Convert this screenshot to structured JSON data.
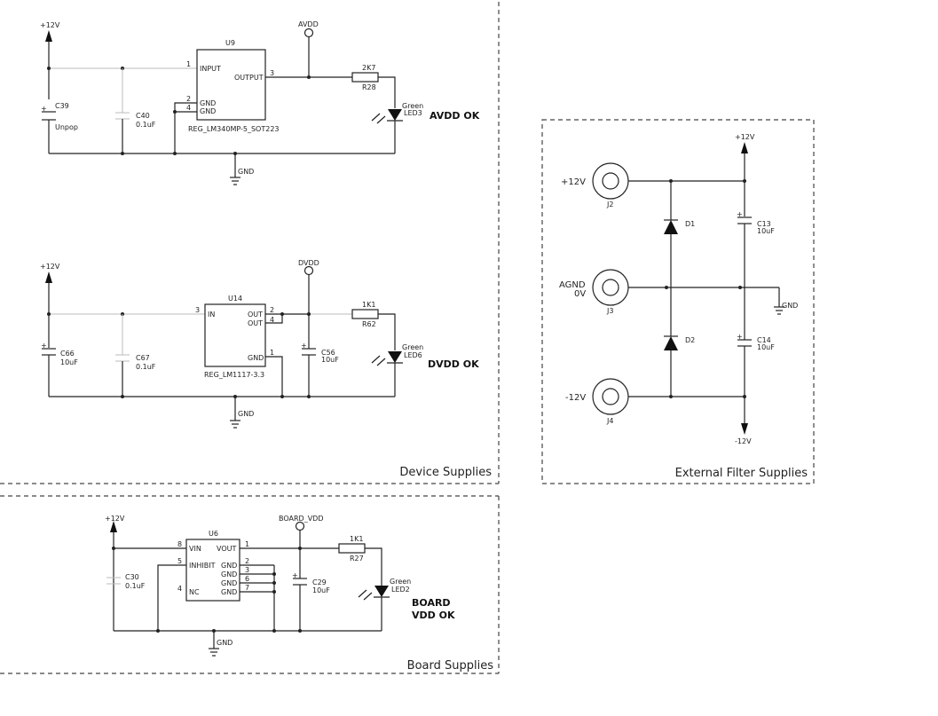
{
  "sections": {
    "device": "Device Supplies",
    "external": "External Filter Supplies",
    "board": "Board Supplies"
  },
  "avdd": {
    "rail_in": "+12V",
    "rail_out": "AVDD",
    "gnd": "GND",
    "ic_ref": "U9",
    "ic_name": "REG_LM340MP-5_SOT223",
    "pin_input": "INPUT",
    "pin_output": "OUTPUT",
    "pin_gnd1": "GND",
    "pin_gnd2": "GND",
    "pin1": "1",
    "pin2": "2",
    "pin3": "3",
    "pin4": "4",
    "c39_ref": "C39",
    "c39_val": "Unpop",
    "c40_ref": "C40",
    "c40_val": "0.1uF",
    "r_val": "2K7",
    "r_ref": "R28",
    "led_color": "Green",
    "led_ref": "LED3",
    "status": "AVDD OK"
  },
  "dvdd": {
    "rail_in": "+12V",
    "rail_out": "DVDD",
    "gnd": "GND",
    "ic_ref": "U14",
    "ic_name": "REG_LM1117-3.3",
    "pin_in": "IN",
    "pin_out1": "OUT",
    "pin_out2": "OUT",
    "pin_gnd": "GND",
    "pin3": "3",
    "pin2": "2",
    "pin4": "4",
    "pin1": "1",
    "c66_ref": "C66",
    "c66_val": "10uF",
    "c67_ref": "C67",
    "c67_val": "0.1uF",
    "c56_ref": "C56",
    "c56_val": "10uF",
    "r_val": "1K1",
    "r_ref": "R62",
    "led_color": "Green",
    "led_ref": "LED6",
    "status": "DVDD OK"
  },
  "ext": {
    "rail_top": "+12V",
    "rail_bot": "-12V",
    "j2_label": "+12V",
    "j2_ref": "J2",
    "j3_label1": "AGND",
    "j3_label2": "0V",
    "j3_ref": "J3",
    "j4_label": "-12V",
    "j4_ref": "J4",
    "d1": "D1",
    "d2": "D2",
    "c13_ref": "C13",
    "c13_val": "10uF",
    "c14_ref": "C14",
    "c14_val": "10uF",
    "gnd": "GND"
  },
  "board": {
    "rail_in": "+12V",
    "rail_out": "BOARD_VDD",
    "gnd": "GND",
    "ic_ref": "U6",
    "pin_vin": "VIN",
    "pin_vout": "VOUT",
    "pin_inhibit": "INHIBIT",
    "pin_nc": "NC",
    "pin_gnd_a": "GND",
    "pin_gnd_b": "GND",
    "pin_gnd_c": "GND",
    "pin_gnd_d": "GND",
    "pin8": "8",
    "pin1": "1",
    "pin5": "5",
    "pin4": "4",
    "pin2": "2",
    "pin3": "3",
    "pin6": "6",
    "pin7": "7",
    "c30_ref": "C30",
    "c30_val": "0.1uF",
    "c29_ref": "C29",
    "c29_val": "10uF",
    "r_val": "1K1",
    "r_ref": "R27",
    "led_color": "Green",
    "led_ref": "LED2",
    "status1": "BOARD",
    "status2": "VDD OK"
  }
}
